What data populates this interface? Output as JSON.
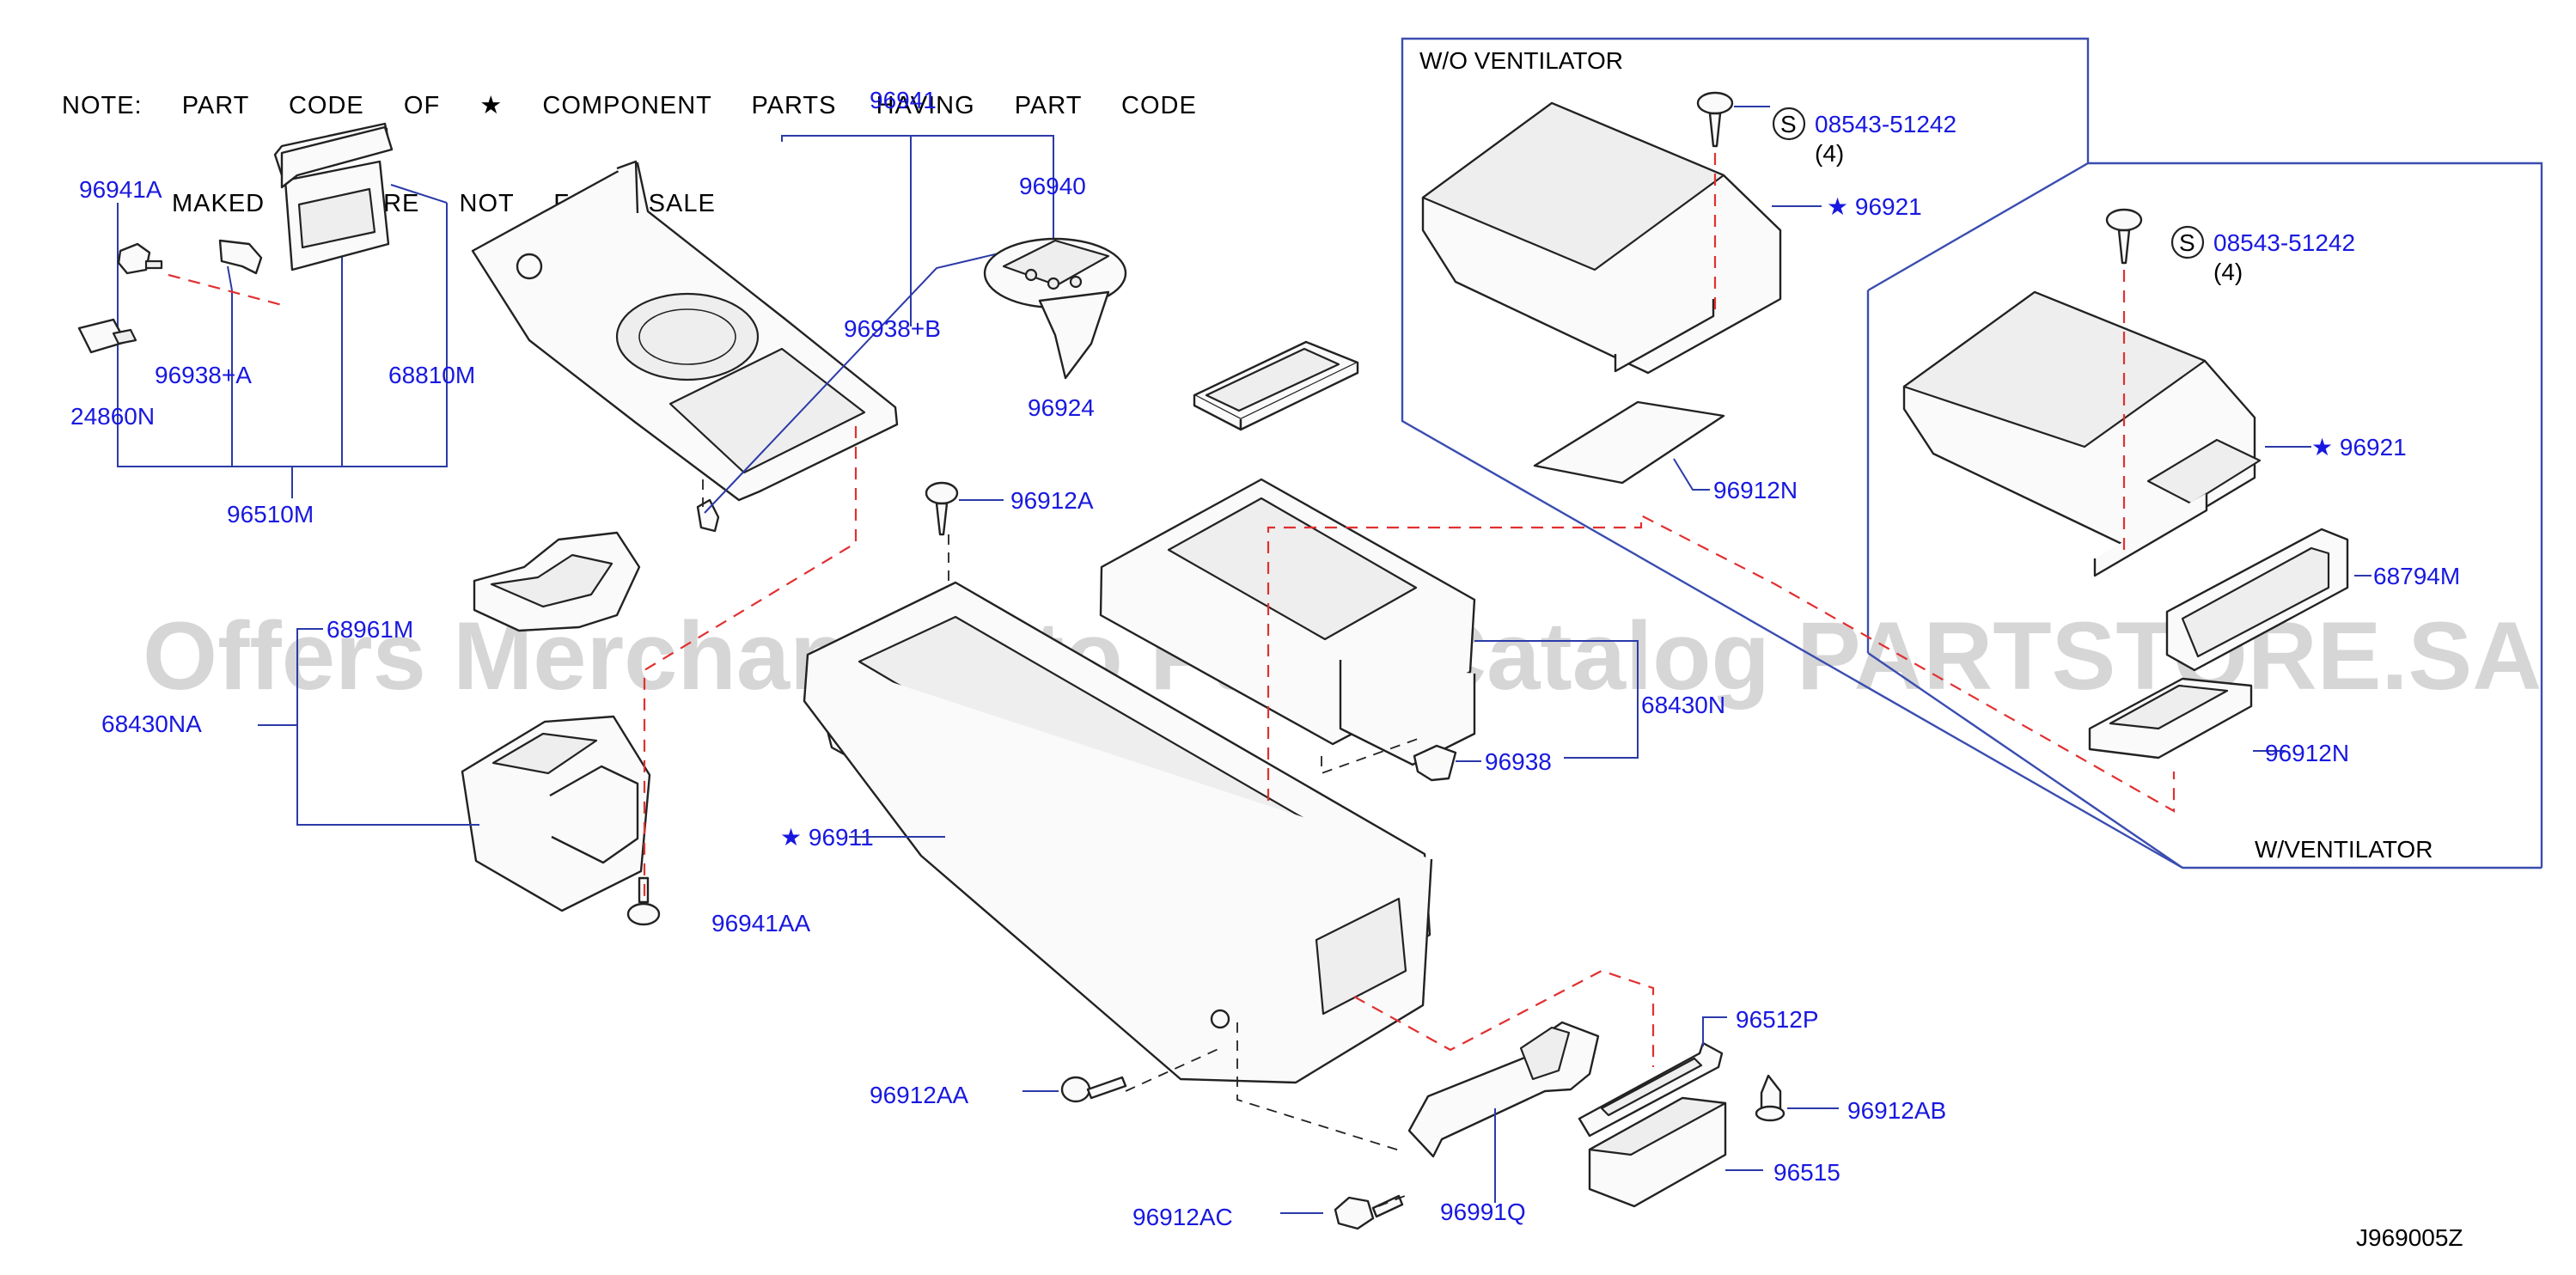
{
  "note": {
    "line1": "NOTE:  PART  CODE  OF  ★  COMPONENT  PARTS  HAVING  PART  CODE",
    "line2": "MAKED  ★  ARE  NOT  FOR  SALE"
  },
  "watermark": "Offers Merchant Auto Parts Catalog PARTSTORE.SA",
  "boxes": {
    "wo_ventilator": "W/O  VENTILATOR",
    "w_ventilator": "W/VENTILATOR"
  },
  "labels": {
    "p96941": "96941",
    "p96940": "96940",
    "p96941A": "96941A",
    "p96938B": "96938+B",
    "p96938A": "96938+A",
    "p68810M": "68810M",
    "p24860N": "24860N",
    "p96510M": "96510M",
    "p96924": "96924",
    "p96912A": "96912A",
    "p68961M": "68961M",
    "p68430NA": "68430NA",
    "p96911": "★ 96911",
    "p96941AA": "96941AA",
    "p96938": "96938",
    "p68430N": "68430N",
    "p96912AA": "96912AA",
    "p96912AC": "96912AC",
    "p96991Q": "96991Q",
    "p96512P": "96512P",
    "p96912AB": "96912AB",
    "p96515": "96515",
    "p96921a": "★ 96921",
    "p96921b": "★ 96921",
    "p96912Na": "96912N",
    "p96912Nb": "96912N",
    "p68794M": "68794M",
    "screw_a": "08543-51242",
    "screw_b": "08543-51242",
    "qty_a": "(4)",
    "qty_b": "(4)",
    "s_mark": "S"
  },
  "diagram_code": "J969005Z",
  "colors": {
    "label": "#1818e0",
    "leader": "#2b3aa8",
    "hidden_line": "#e23030",
    "text": "#000000"
  }
}
